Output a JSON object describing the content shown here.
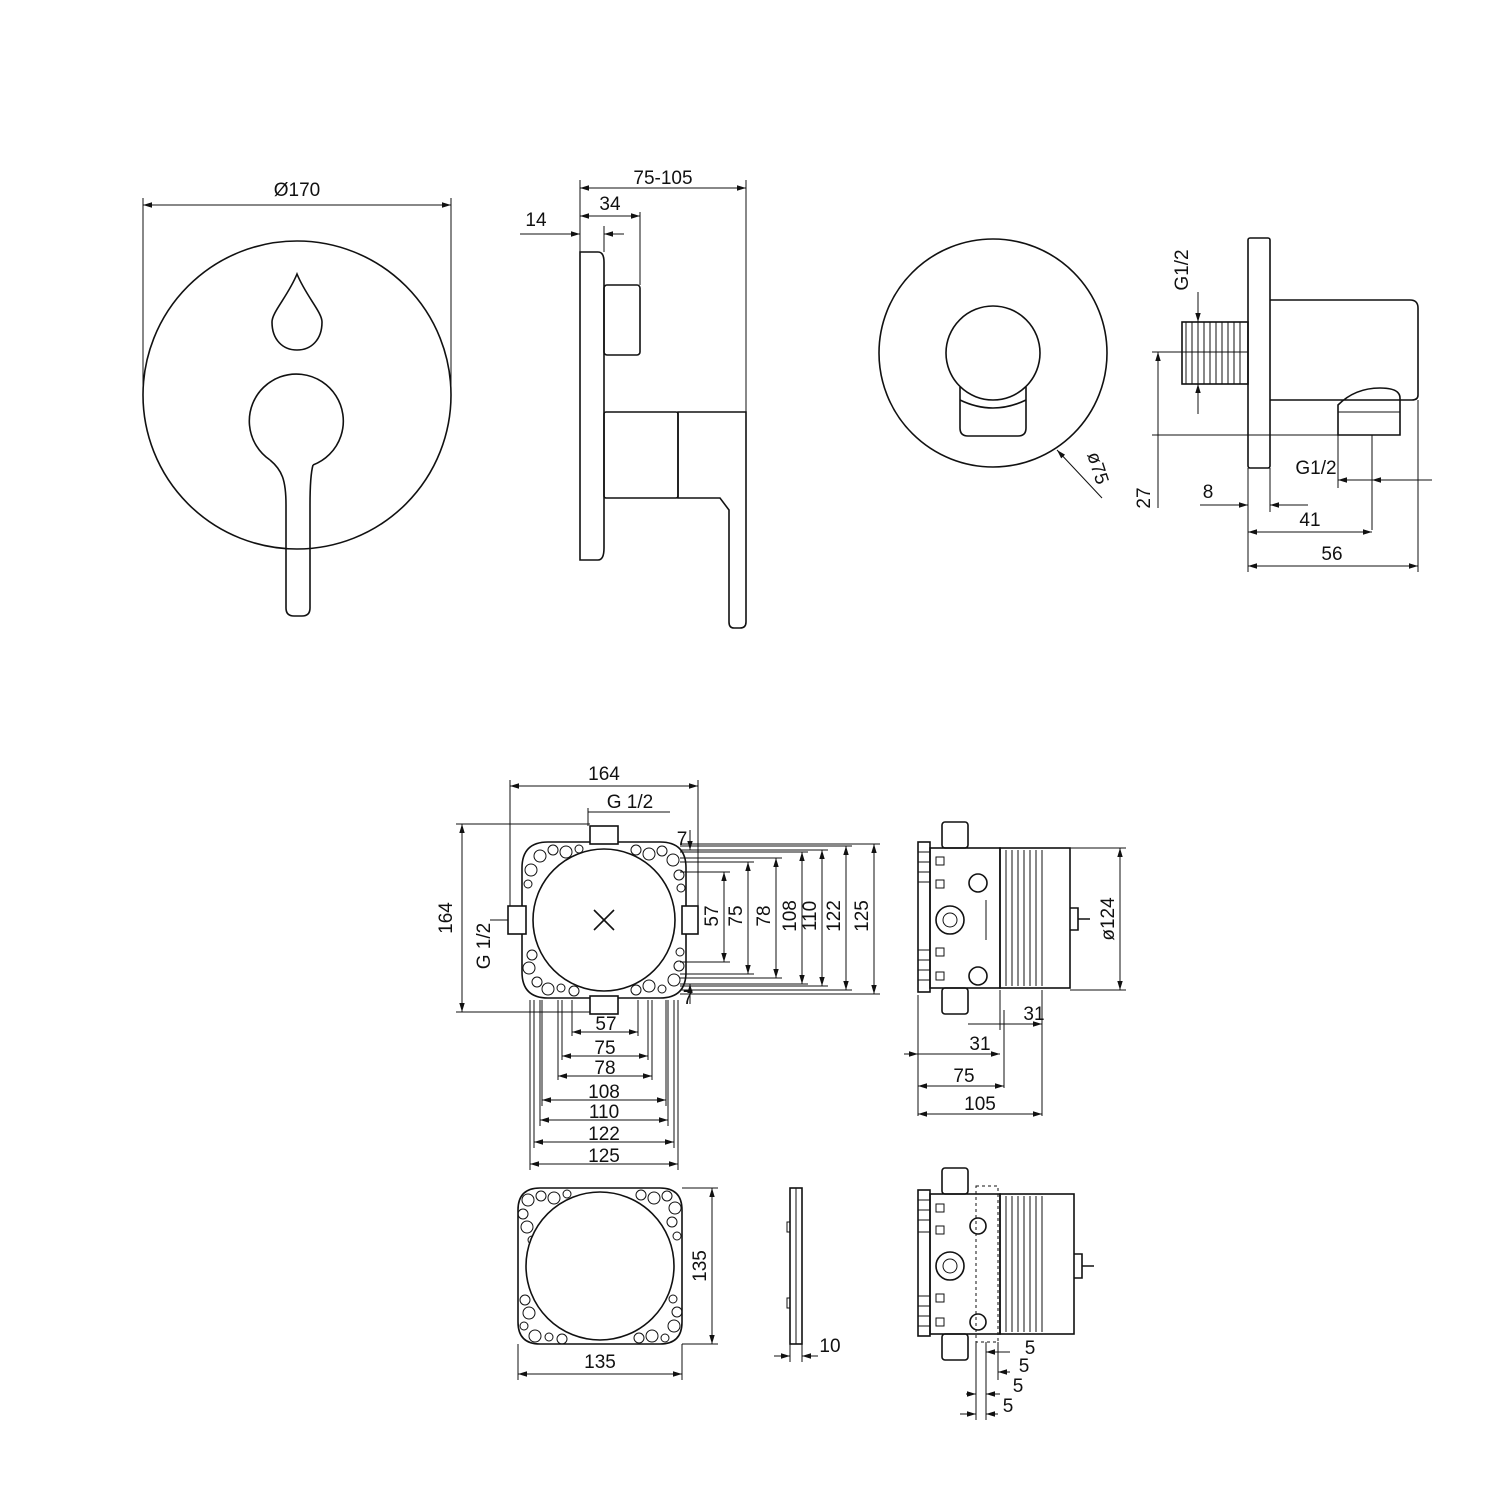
{
  "dims": {
    "d170": "Ø170",
    "d75_105": "75-105",
    "d34": "34",
    "d14": "14",
    "d75": "ø75",
    "g12_top": "G1/2",
    "g12_right": "G1/2",
    "d27": "27",
    "d8": "8",
    "d41": "41",
    "d56": "56",
    "b164_top": "164",
    "b_g12_top": "G 1/2",
    "b7_top": "7",
    "b164_left": "164",
    "b_g12_left": "G 1/2",
    "v57": "57",
    "v75": "75",
    "v78": "78",
    "v108": "108",
    "v110": "110",
    "v122": "122",
    "v125": "125",
    "b7_bot": "7",
    "h57": "57",
    "h75": "75",
    "h78": "78",
    "h108": "108",
    "h110": "110",
    "h122": "122",
    "h125": "125",
    "d124": "ø124",
    "s31a": "31",
    "s31b": "31",
    "s75": "75",
    "s105": "105",
    "p135v": "135",
    "p135h": "135",
    "p10": "10",
    "f5a": "5",
    "f5b": "5",
    "f5c": "5",
    "f5d": "5"
  }
}
